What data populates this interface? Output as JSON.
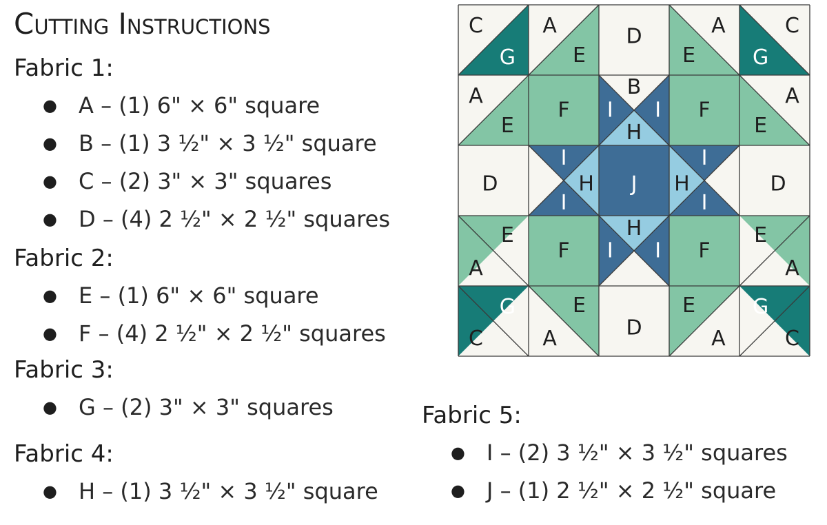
{
  "title": "Cutting Instructions",
  "colors": {
    "background_fabric": "#f7f6f1",
    "fabric2_green": "#83c5a5",
    "fabric3_teal": "#177c77",
    "fabric4_light_blue": "#95cce1",
    "fabric5_blue": "#3e6d96",
    "seam_lines": "#3a3a3a"
  },
  "fabrics": [
    {
      "heading": "Fabric 1:",
      "cuts": [
        "A – (1) 6\" × 6\" square",
        "B – (1) 3 ½\" × 3 ½\" square",
        "C – (2) 3\" × 3\" squares",
        "D – (4) 2 ½\" × 2 ½\" squares"
      ]
    },
    {
      "heading": "Fabric 2:",
      "cuts": [
        "E – (1) 6\" × 6\" square",
        "F – (4) 2 ½\" × 2 ½\" squares"
      ]
    },
    {
      "heading": "Fabric 3:",
      "cuts": [
        "G – (2) 3\" × 3\" squares"
      ]
    },
    {
      "heading": "Fabric 4:",
      "cuts": [
        "H – (1) 3 ½\" × 3 ½\" square"
      ]
    },
    {
      "heading": "Fabric 5:",
      "cuts": [
        "I – (2) 3 ½\" × 3 ½\" squares",
        "J – (1) 2 ½\" × 2 ½\" square"
      ]
    }
  ],
  "block_labels": {
    "A": "A",
    "B": "B",
    "C": "C",
    "D": "D",
    "E": "E",
    "F": "F",
    "G": "G",
    "H": "H",
    "I": "I",
    "J": "J"
  }
}
